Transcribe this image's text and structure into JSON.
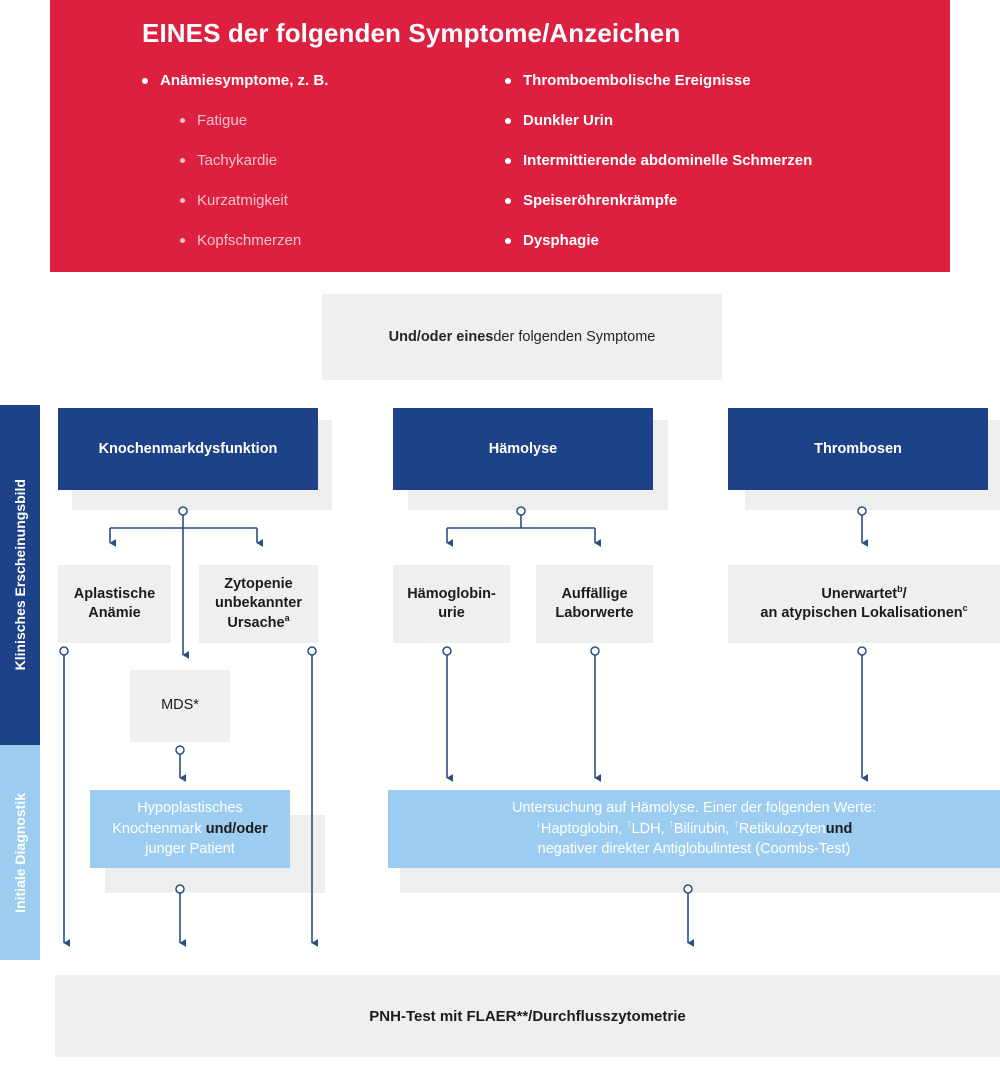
{
  "colors": {
    "red": "#dd1f40",
    "dark_blue": "#1e4288",
    "light_blue": "#9ccdf0",
    "grey": "#efefef",
    "connector": "#2b4f80"
  },
  "red_panel": {
    "title": "EINES der folgenden Symptome/Anzeichen",
    "left_column": [
      {
        "level": 1,
        "text": "Anämiesymptome, z. B."
      },
      {
        "level": 2,
        "text": "Fatigue"
      },
      {
        "level": 2,
        "text": "Tachykardie"
      },
      {
        "level": 2,
        "text": "Kurzatmigkeit"
      },
      {
        "level": 2,
        "text": "Kopfschmerzen"
      }
    ],
    "right_column": [
      {
        "level": 1,
        "text": "Thromboembolische Ereignisse"
      },
      {
        "level": 1,
        "text": "Dunkler Urin"
      },
      {
        "level": 1,
        "text": "Intermittierende abdominelle Schmerzen"
      },
      {
        "level": 1,
        "text": "Speiseröhrenkrämpfe"
      },
      {
        "level": 1,
        "text": "Dysphagie"
      }
    ]
  },
  "und_oder": {
    "bold": "Und/oder eines",
    "rest": " der folgenden Symptome"
  },
  "rails": {
    "clinical": "Klinisches Erscheinungsbild",
    "initial": "Initiale Diagnostik"
  },
  "categories": [
    {
      "id": "knochenmark",
      "label": "Knochenmarkdysfunktion"
    },
    {
      "id": "haemolyse",
      "label": "Hämolyse"
    },
    {
      "id": "thrombosen",
      "label": "Thrombosen"
    }
  ],
  "leaf_boxes": [
    {
      "id": "aplastische-anaemie",
      "line1": "Aplastische",
      "line2": "Anämie"
    },
    {
      "id": "zytopenie",
      "line1": "Zytopenie",
      "line2": "unbekannter",
      "line3": "Ursache",
      "sup": "a"
    },
    {
      "id": "haemoglobinurie",
      "line1": "Hämoglobin-",
      "line2": "urie"
    },
    {
      "id": "auffaellige-laborwerte",
      "line1": "Auffällige",
      "line2": "Laborwerte"
    },
    {
      "id": "unerwartet",
      "line1": "Unerwartet",
      "sup1": "b",
      "line1b": "/",
      "line2": "an atypischen Lokalisationen",
      "sup2": "c"
    }
  ],
  "mds": {
    "label": "MDS*"
  },
  "hypoplastisch": {
    "line1": "Hypoplastisches",
    "line2a": "Knochenmark ",
    "line2b": "und/oder",
    "line3": "junger Patient"
  },
  "haemolyse_test": {
    "line1": "Untersuchung auf Hämolyse. Einer der folgenden Werte:",
    "line2": {
      "a_arrow": "↓",
      "a_text": "Haptoglobin, ",
      "b_arrow": "↑",
      "b_text": "LDH,  ",
      "c_arrow": "↑",
      "c_text": "Bilirubin, ",
      "d_arrow": "↑",
      "d_text": "Retikulozyten",
      "bold": "und"
    },
    "line3": "negativer direkter Antiglobulintest (Coombs-Test)"
  },
  "bottom": {
    "label": "PNH-Test mit FLAER**/Durchflusszytometrie"
  }
}
